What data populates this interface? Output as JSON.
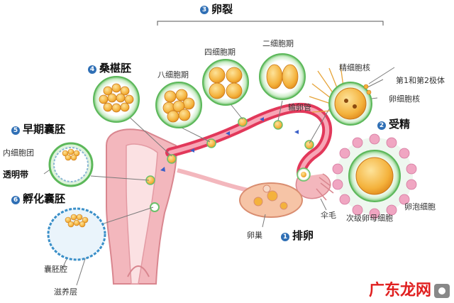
{
  "title": {
    "badge": "3",
    "text": "卵裂"
  },
  "steps": [
    {
      "badge": "4",
      "text": "桑椹胚"
    },
    {
      "badge": "5",
      "text": "早期囊胚"
    },
    {
      "badge": "6",
      "text": "孵化囊胚"
    },
    {
      "badge": "2",
      "text": "受精"
    },
    {
      "badge": "1",
      "text": "排卵"
    }
  ],
  "labels": {
    "stage_8cell": "八细胞期",
    "stage_4cell": "四细胞期",
    "stage_2cell": "二细胞期",
    "sperm_nucleus": "精细胞核",
    "polar_bodies": "第1和第2极体",
    "egg_nucleus": "卵细胞核",
    "oviduct": "输卵管",
    "inner_cell_mass": "内细胞团",
    "zona_pellucida": "透明带",
    "blastocoel": "囊胚腔",
    "trophoblast": "滋养层",
    "ovary": "卵巢",
    "fimbriae": "伞毛",
    "follicle_cells": "卵泡细胞",
    "secondary_oocyte": "次级卵母细胞"
  },
  "watermark": "广东龙网",
  "colors": {
    "uterus": "#f3b7bd",
    "oviduct": "#e2385a",
    "zona": "#8fd08a",
    "cell": "#f4b23c",
    "badge": "#2f6fb5"
  }
}
